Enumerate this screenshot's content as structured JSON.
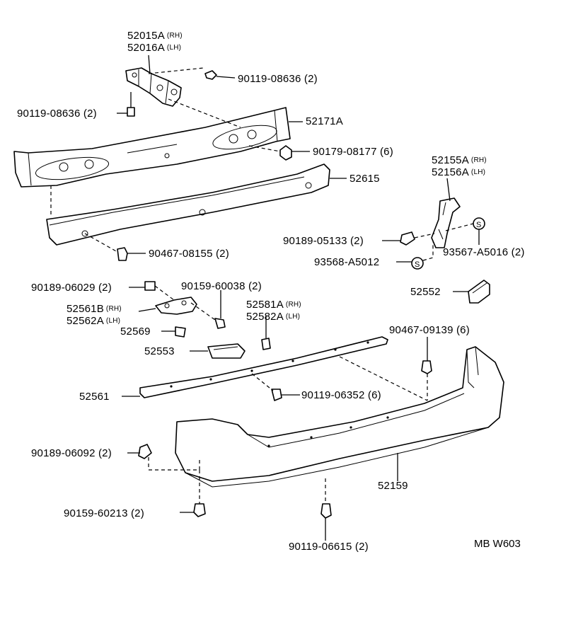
{
  "callouts": {
    "bracket_upper": {
      "pn1": "52015A",
      "s1": "(RH)",
      "pn2": "52016A",
      "s2": "(LH)"
    },
    "bolt_top_right": "90119-08636 (2)",
    "bolt_top_left": "90119-08636 (2)",
    "reinforcement": "52171A",
    "nut_upper": "90179-08177 (6)",
    "absorber": "52615",
    "retainer_side": {
      "pn1": "52155A",
      "s1": "(RH)",
      "pn2": "52156A",
      "s2": "(LH)"
    },
    "clip_mid": "90189-05133 (2)",
    "screw_absorber": "90467-08155 (2)",
    "screw_retainer_right": "93567-A5016 (2)",
    "screw_retainer_left": "93568-A5012",
    "clip_left": "90189-06029 (2)",
    "bolt_stay": "90159-60038 (2)",
    "stay_lower": {
      "pn1": "52561B",
      "s1": "(RH)",
      "pn2": "52562A",
      "s2": "(LH)"
    },
    "piece_right": {
      "pn1": "52581A",
      "s1": "(RH)",
      "pn2": "52582A",
      "s2": "(LH)"
    },
    "pad_52552": "52552",
    "pad_52569": "52569",
    "pad_52553": "52553",
    "clip_rivet": "90467-09139 (6)",
    "moulding": "52561",
    "bolt_moulding": "90119-06352 (6)",
    "clip_lower_left": "90189-06092 (2)",
    "bumper_cover": "52159",
    "bolt_lower_left": "90159-60213 (2)",
    "bolt_lower_center": "90119-06615 (2)"
  },
  "diagram_code": "MB W603"
}
